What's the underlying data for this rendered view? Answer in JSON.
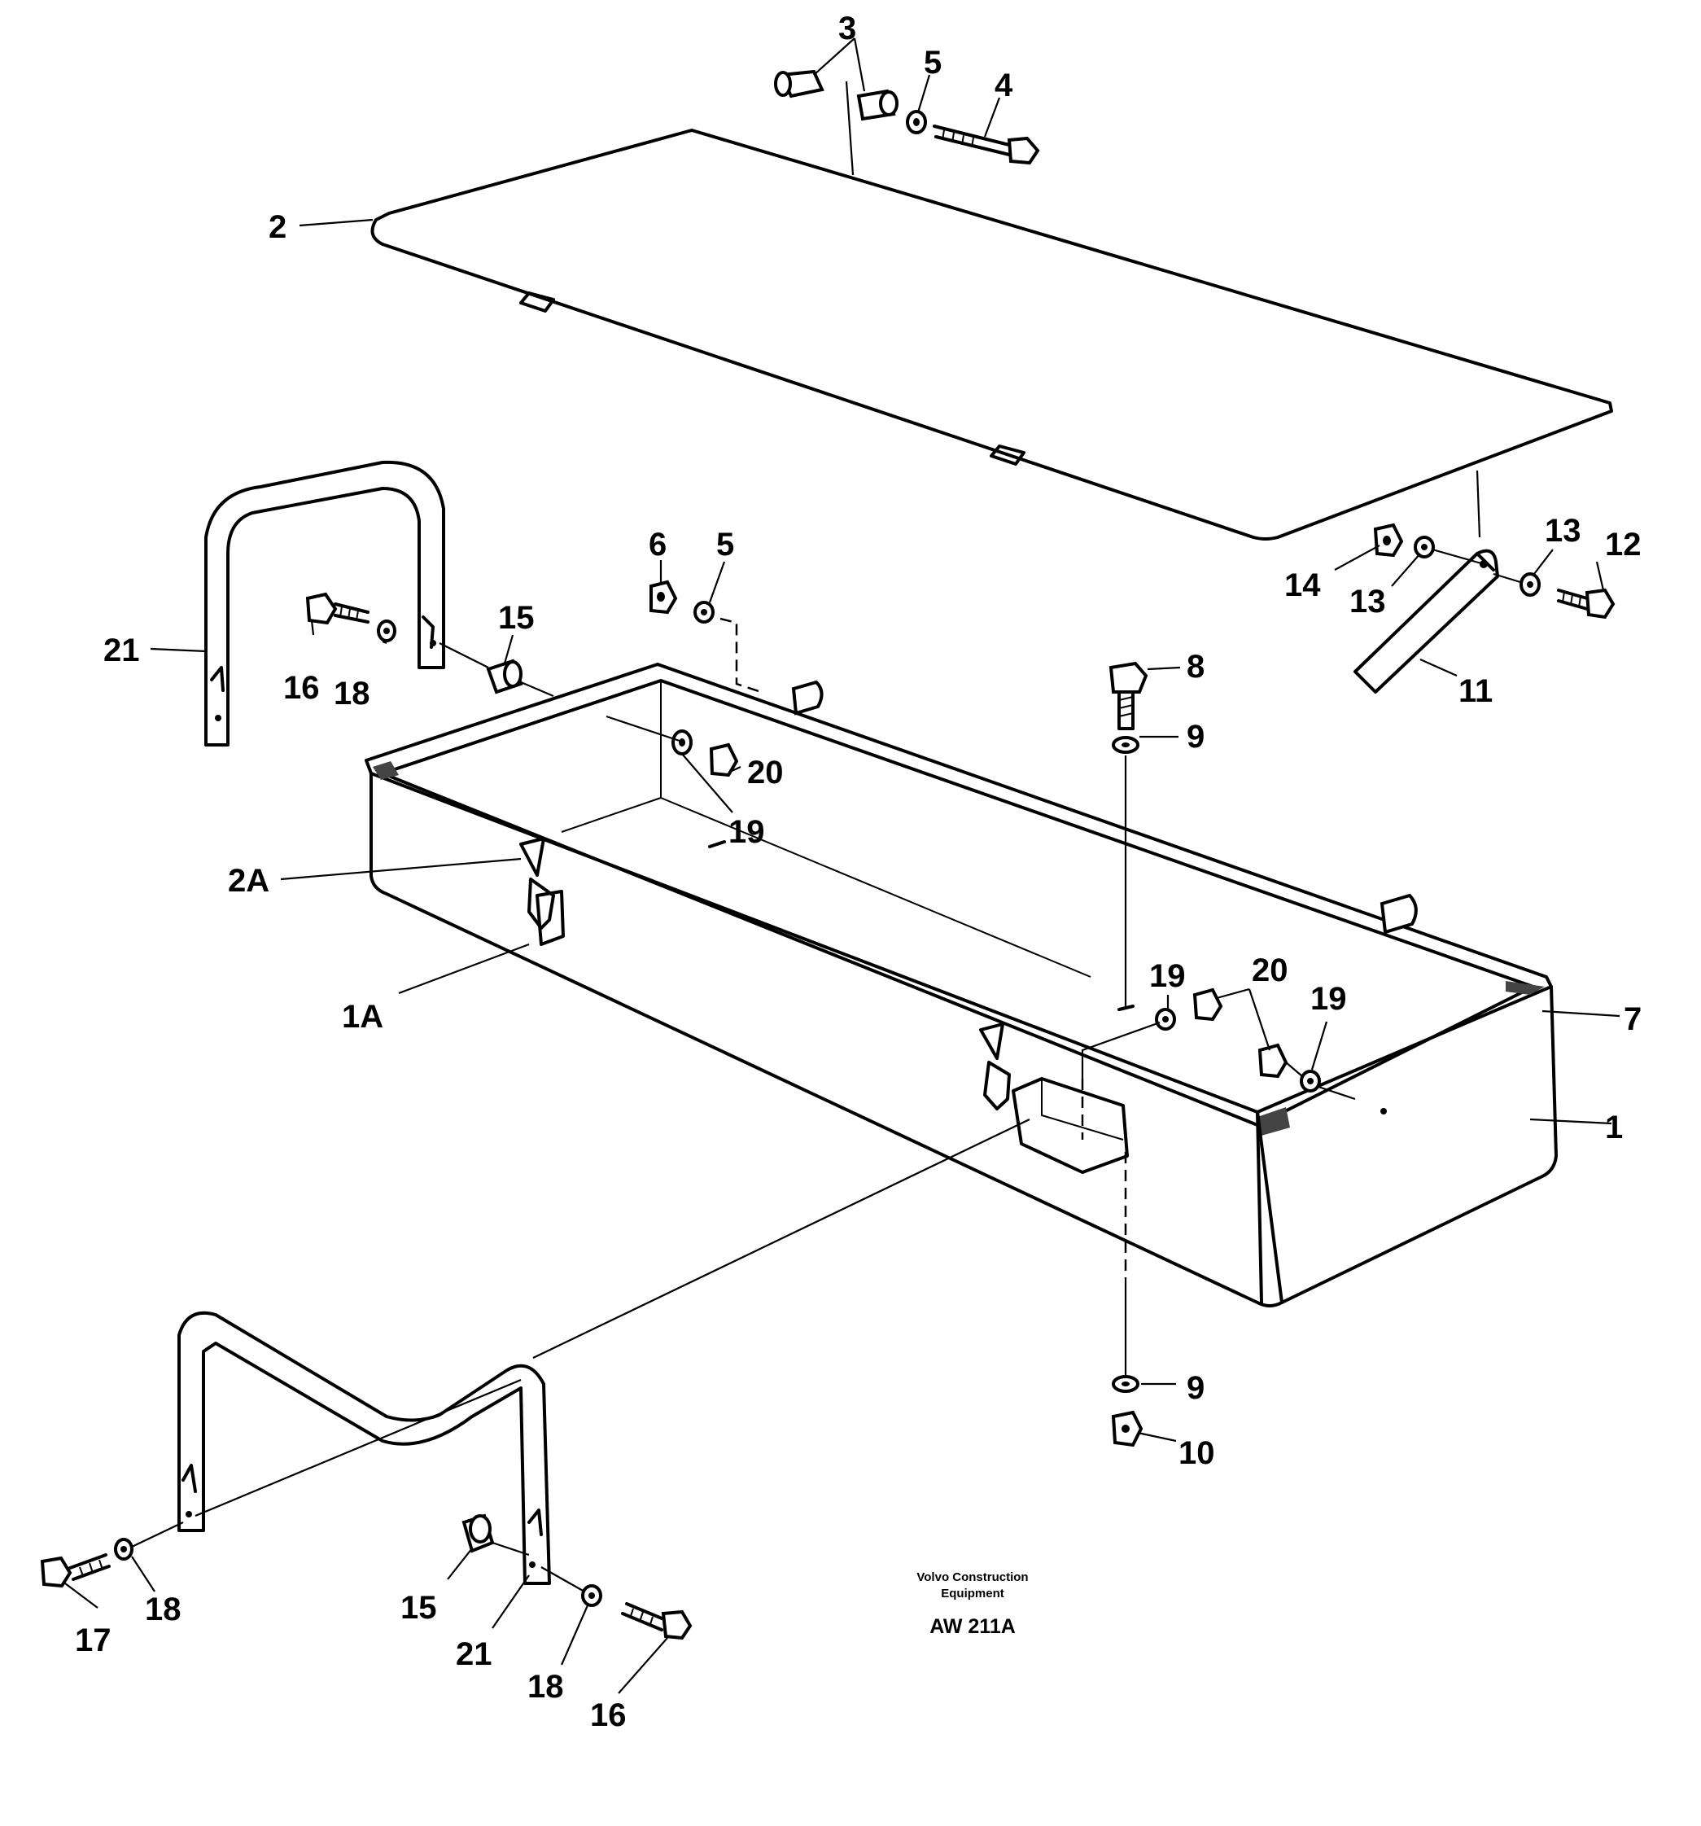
{
  "callouts": {
    "c3": "3",
    "c5_top": "5",
    "c4": "4",
    "c2": "2",
    "c6": "6",
    "c5_mid": "5",
    "c21_left": "21",
    "c15_top": "15",
    "c16_top": "16",
    "c18_top": "18",
    "c20_top": "20",
    "c19_top": "19",
    "c2A": "2A",
    "c1A": "1A",
    "c8": "8",
    "c9_top": "9",
    "c14": "14",
    "c13_a": "13",
    "c13_b": "13",
    "c12": "12",
    "c11": "11",
    "c19_right_a": "19",
    "c20_right": "20",
    "c19_right_b": "19",
    "c7": "7",
    "c1": "1",
    "c9_bottom": "9",
    "c10": "10",
    "c17": "17",
    "c18_bottom_left": "18",
    "c15_bottom": "15",
    "c21_bottom": "21",
    "c18_bottom_right": "18",
    "c16_bottom": "16"
  },
  "credit": {
    "line1": "Volvo Construction",
    "line2": "Equipment",
    "code": "AW 211A"
  }
}
